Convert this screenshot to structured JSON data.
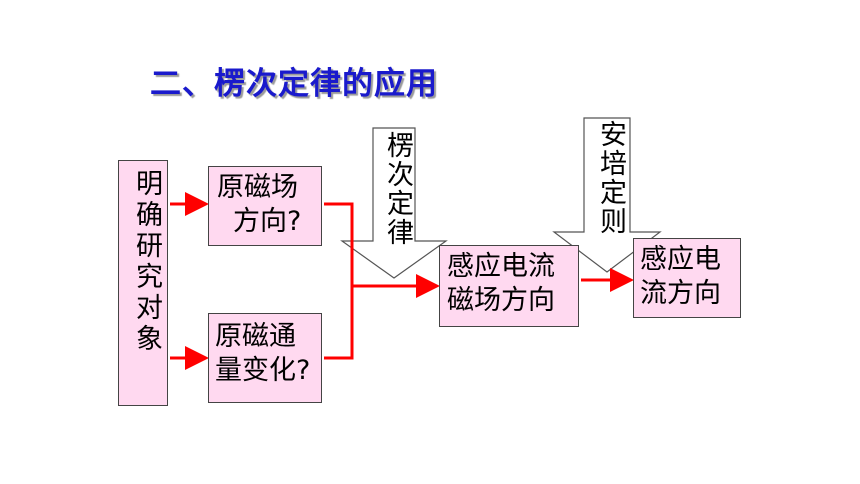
{
  "title": "二、楞次定律的应用",
  "boxes": {
    "study_object": "明确研究对象",
    "orig_field_l1": "原磁场",
    "orig_field_l2": "方向?",
    "orig_flux_l1": "原磁通",
    "orig_flux_l2": "量变化?",
    "induced_field_l1": "感应电流",
    "induced_field_l2": "磁场方向",
    "induced_current_l1": "感应电",
    "induced_current_l2": "流方向"
  },
  "arrows": {
    "lenz_law": "楞次定律",
    "ampere_rule": "安培定则"
  },
  "colors": {
    "title": "#1a1acc",
    "box_fill": "#ffd9f0",
    "connector": "#ff0000"
  }
}
